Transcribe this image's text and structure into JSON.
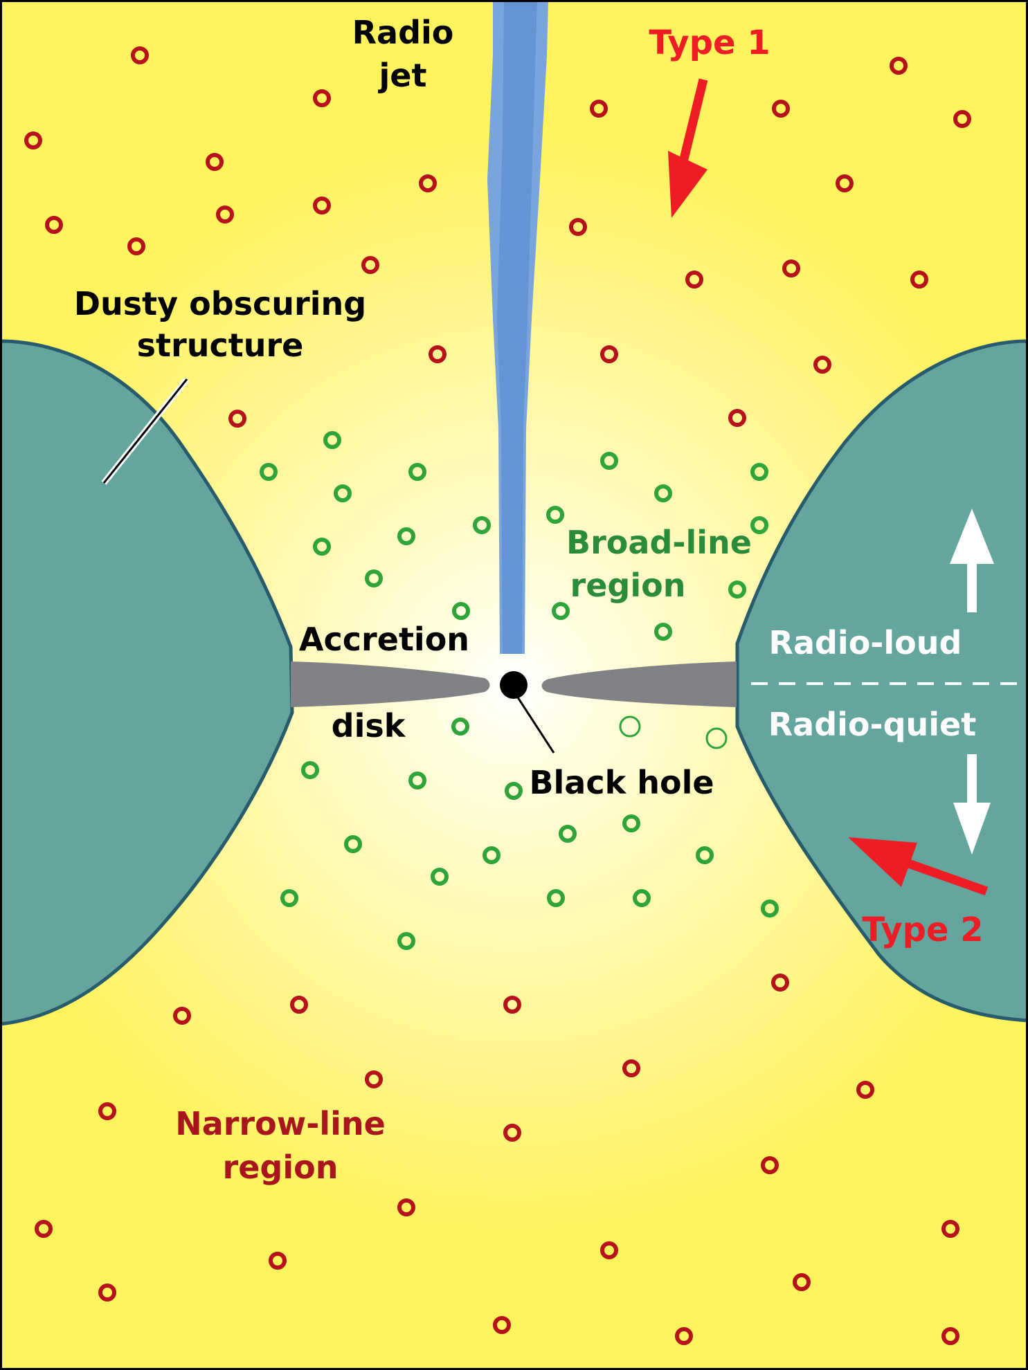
{
  "labels": {
    "radio_jet_1": "Radio",
    "radio_jet_2": "jet",
    "type1": "Type 1",
    "type2": "Type 2",
    "dusty_1": "Dusty obscuring",
    "dusty_2": "structure",
    "broad_1": "Broad-line",
    "broad_2": "region",
    "accretion": "Accretion",
    "disk": "disk",
    "black_hole": "Black hole",
    "radio_loud": "Radio-loud",
    "radio_quiet": "Radio-quiet",
    "narrow_1": "Narrow-line",
    "narrow_2": "region"
  },
  "colors": {
    "background_outer": "#fff35e",
    "background_center": "#ffffff",
    "torus_fill": "#64a69d",
    "torus_stroke": "#285c6d",
    "jet_fill": "#7aa4dc",
    "jet_stroke": "#3a78c4",
    "disk_fill": "#808285",
    "narrow_line_clouds": "#b5121b",
    "broad_line_clouds": "#2ea43a",
    "type_arrows": "#ee1c25",
    "broad_label": "#2a8c3a",
    "narrow_label": "#a8151c",
    "white_text": "#ffffff"
  }
}
